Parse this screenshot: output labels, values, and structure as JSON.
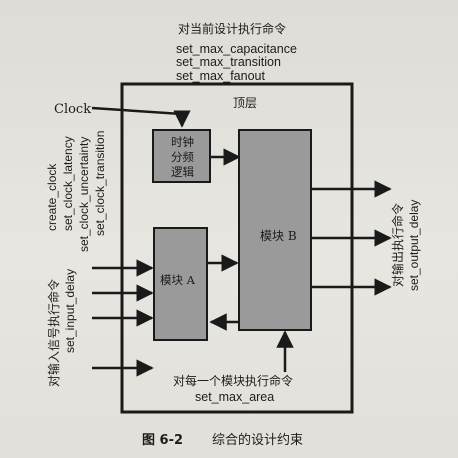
{
  "top_commands": {
    "heading": "对当前设计执行命令",
    "lines": [
      "set_max_capacitance",
      "set_max_transition",
      "set_max_fanout"
    ]
  },
  "top_level_label": "顶层",
  "clock_label": "Clock",
  "clock_divider_label": [
    "时钟",
    "分频",
    "逻辑"
  ],
  "module_a_label": "模块 A",
  "module_b_label": "模块 B",
  "clock_commands": [
    "create_clock",
    "set_clock_latency",
    "set_clock_uncertainty",
    "set_clock_transition"
  ],
  "input_commands": {
    "heading": "对输入信号执行命令",
    "line": "set_input_delay"
  },
  "output_commands": {
    "heading": "对输出执行命令",
    "line": "set_output_delay"
  },
  "bottom_commands": {
    "heading": "对每一个模块执行命令",
    "line": "set_max_area"
  },
  "caption": {
    "number": "图 6-2",
    "text": "综合的设计约束"
  },
  "colors": {
    "line": "#1a1a1a",
    "block_fill": "#9a9a9a",
    "page": "#e3e1dc"
  }
}
